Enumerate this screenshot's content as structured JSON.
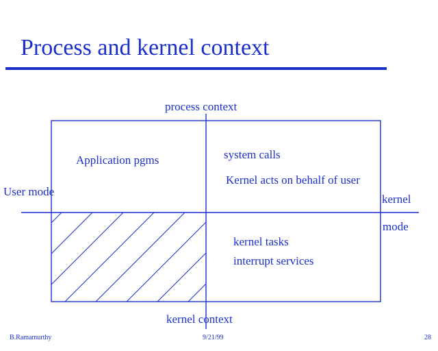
{
  "slide": {
    "title": "Process and kernel context",
    "accent_color": "#1a2ecc",
    "background_color": "#ffffff"
  },
  "diagram": {
    "top_label": "process context",
    "bottom_label": "kernel context",
    "left_axis_label": "User mode",
    "right_axis_label_line1": "kernel",
    "right_axis_label_line2": "mode",
    "quadrants": {
      "upper_left": {
        "label": "Application pgms"
      },
      "upper_right": {
        "line1": "system calls",
        "line2": "Kernel acts on behalf of user"
      },
      "lower_left": {
        "fill": "diagonal-hatch"
      },
      "lower_right": {
        "line1": "kernel tasks",
        "line2": "interrupt services"
      }
    }
  },
  "footer": {
    "author": "B.Ramamurthy",
    "date": "9/21/99",
    "page_number": "28"
  }
}
